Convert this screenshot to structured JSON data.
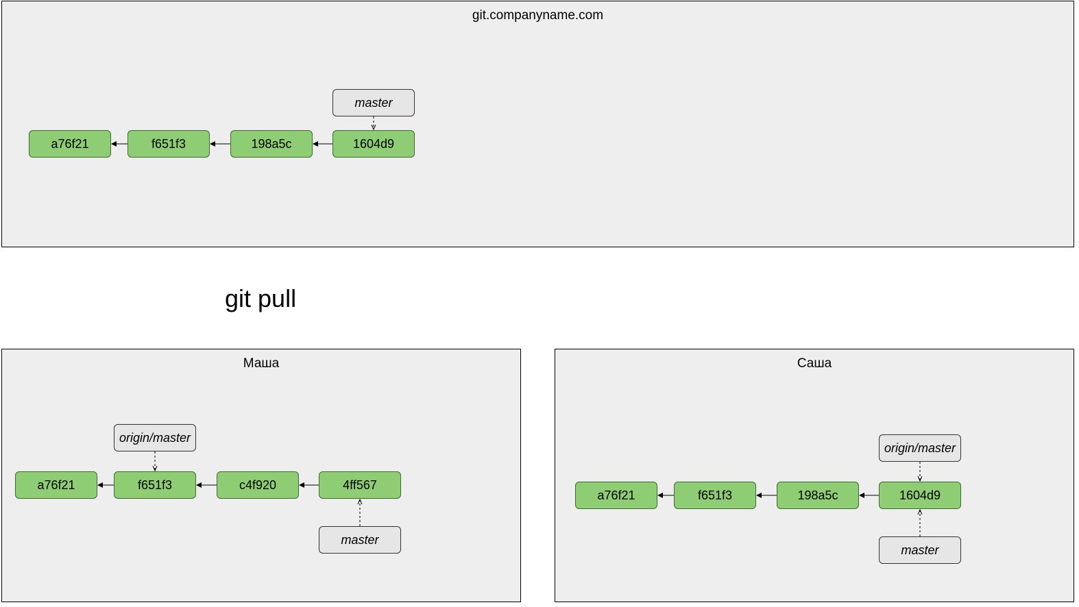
{
  "remote": {
    "title": "git.companyname.com",
    "commits": [
      "a76f21",
      "f651f3",
      "198a5c",
      "1604d9"
    ],
    "refs": {
      "master": "master"
    }
  },
  "action": "git pull",
  "masha": {
    "title": "Маша",
    "commits": [
      "a76f21",
      "f651f3",
      "c4f920",
      "4ff567"
    ],
    "refs": {
      "origin_master": "origin/master",
      "master": "master"
    }
  },
  "sasha": {
    "title": "Саша",
    "commits": [
      "a76f21",
      "f651f3",
      "198a5c",
      "1604d9"
    ],
    "refs": {
      "origin_master": "origin/master",
      "master": "master"
    }
  }
}
